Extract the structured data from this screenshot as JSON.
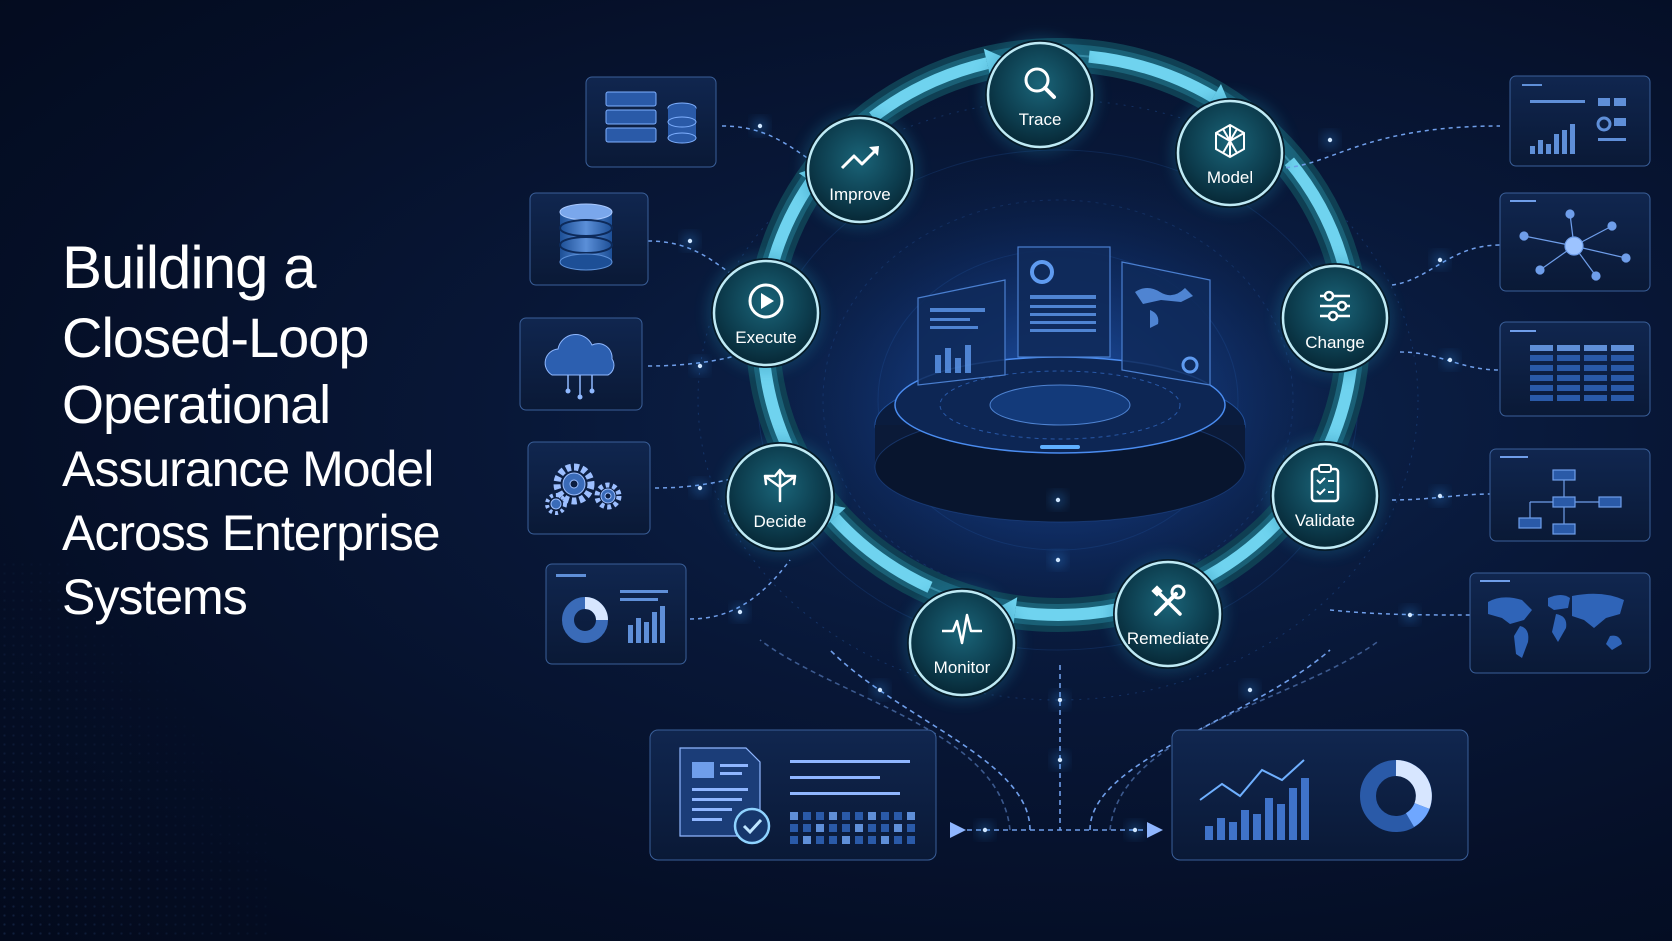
{
  "title_lines": [
    "Building a",
    "Closed-Loop",
    "Operational",
    "Assurance Model",
    "Across Enterprise",
    "Systems"
  ],
  "stages": [
    {
      "label": "Trace",
      "icon": "search-icon"
    },
    {
      "label": "Model",
      "icon": "cube-icon"
    },
    {
      "label": "Change",
      "icon": "sliders-icon"
    },
    {
      "label": "Validate",
      "icon": "clipboard-check-icon"
    },
    {
      "label": "Remediate",
      "icon": "tools-icon"
    },
    {
      "label": "Monitor",
      "icon": "pulse-icon"
    },
    {
      "label": "Decide",
      "icon": "arrows-split-icon"
    },
    {
      "label": "Execute",
      "icon": "play-icon"
    },
    {
      "label": "Improve",
      "icon": "trend-up-icon"
    }
  ],
  "left_panels": [
    {
      "icon": "server-rack-icon"
    },
    {
      "icon": "database-icon"
    },
    {
      "icon": "cloud-network-icon"
    },
    {
      "icon": "gears-icon"
    },
    {
      "icon": "analytics-dashboard-icon"
    }
  ],
  "right_panels": [
    {
      "icon": "bar-dashboard-icon"
    },
    {
      "icon": "network-graph-icon"
    },
    {
      "icon": "data-table-icon"
    },
    {
      "icon": "flowchart-icon"
    },
    {
      "icon": "world-map-icon"
    }
  ],
  "bottom_panels": [
    {
      "icon": "report-document-icon"
    },
    {
      "icon": "analytics-chart-icon"
    }
  ],
  "colors": {
    "background": "#061331",
    "ring": "#1f6f86",
    "arrow": "#6fd3ef",
    "node_fill": "#0c3e4e",
    "node_stroke": "#bfeaf5",
    "panel_fill": "#0b1d40",
    "panel_stroke": "#3a5f99",
    "glow": "#3aa0ff"
  }
}
